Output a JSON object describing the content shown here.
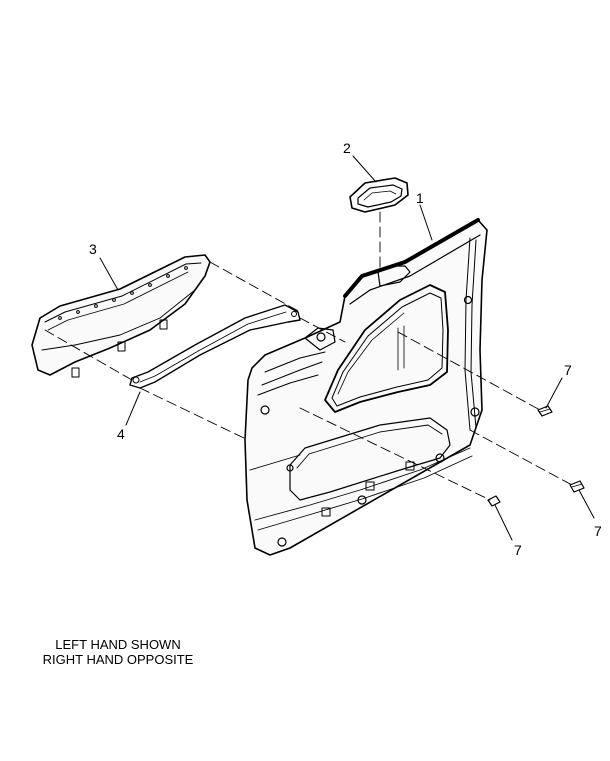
{
  "callouts": {
    "door_trim_panel": "1",
    "pull_cup_bezel": "2",
    "armrest_trim": "3",
    "retainer_strip": "4",
    "clip_upper": "7",
    "clip_lower_center": "7",
    "clip_lower_right": "7"
  },
  "notes": {
    "line1": "LEFT HAND SHOWN",
    "line2": "RIGHT HAND OPPOSITE"
  }
}
